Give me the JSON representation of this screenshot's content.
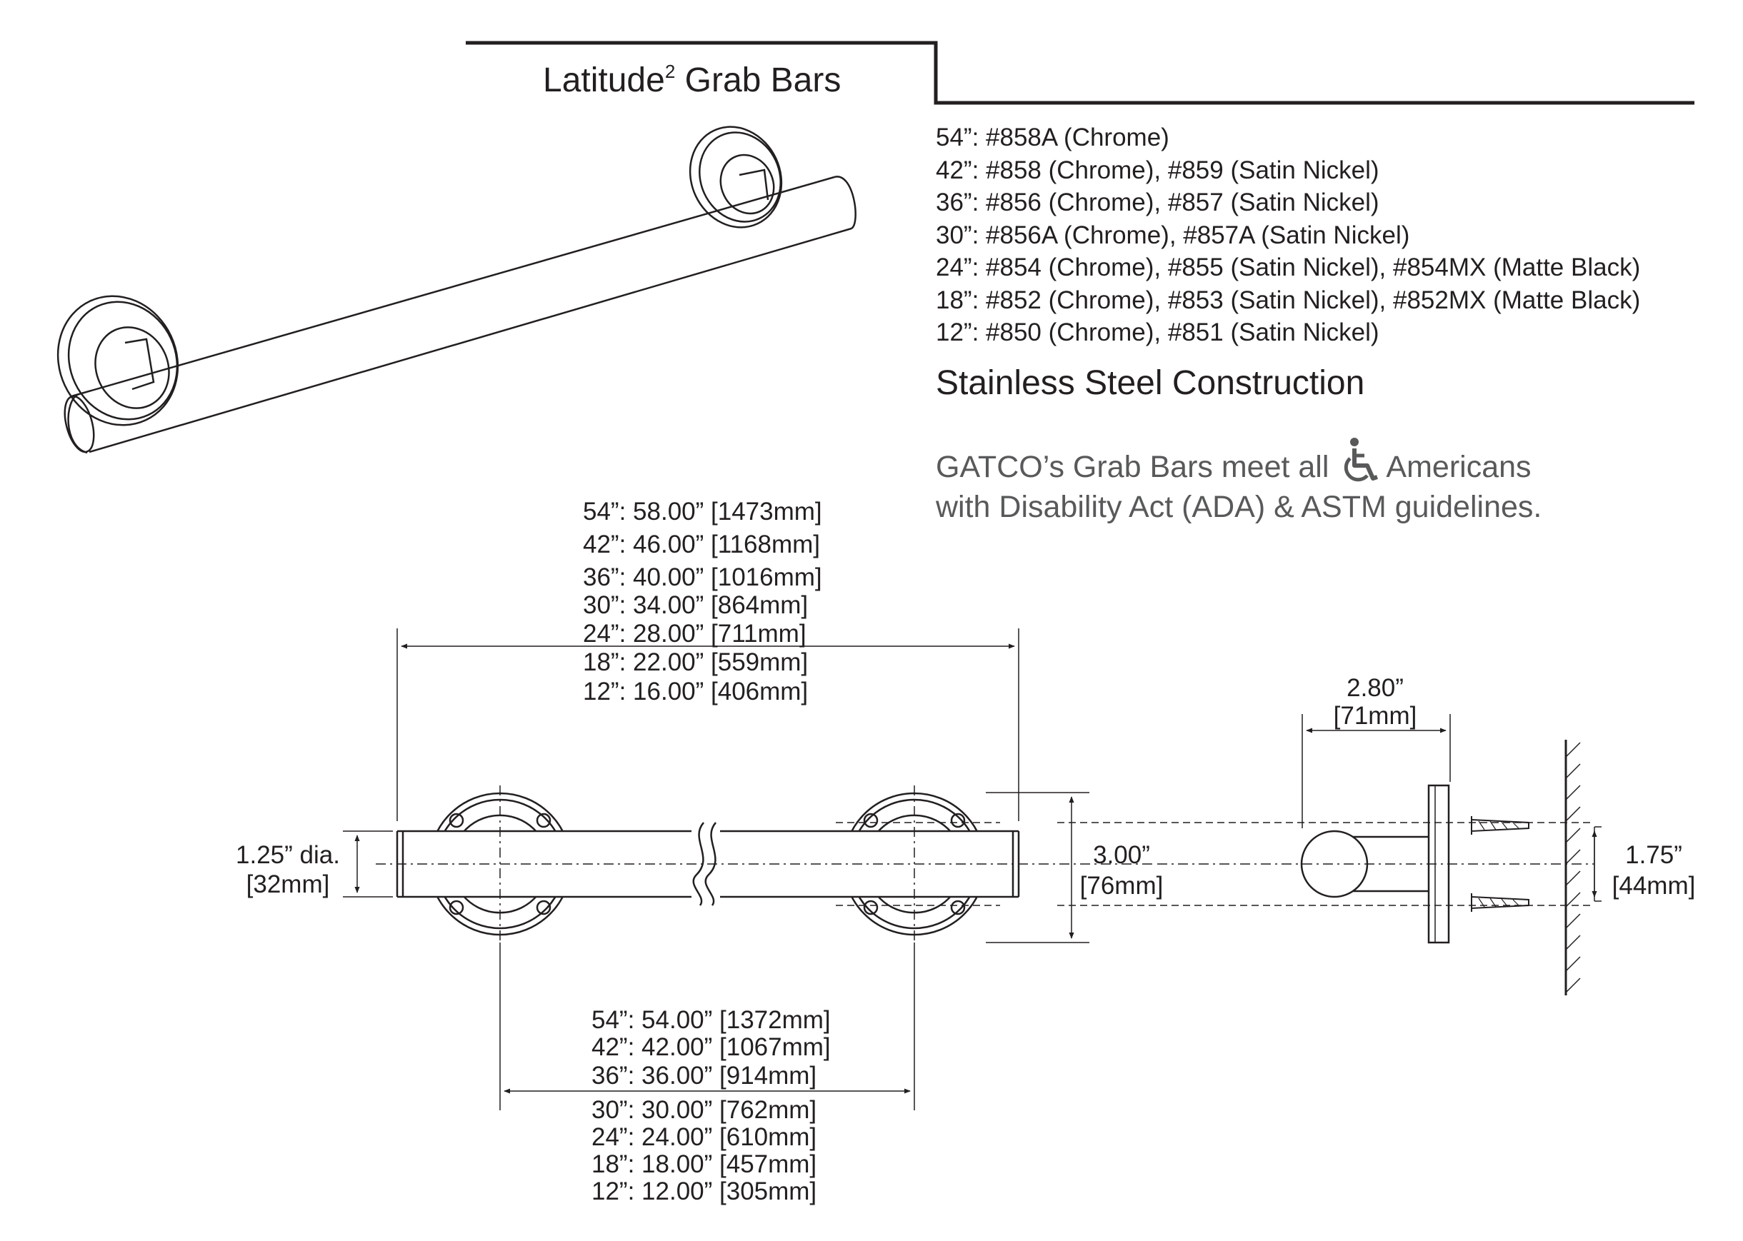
{
  "header": {
    "title_main": "Latitude",
    "title_sup": "2",
    "title_rest": " Grab Bars"
  },
  "models": [
    "54”: #858A (Chrome)",
    "42”: #858 (Chrome), #859 (Satin Nickel)",
    "36”: #856 (Chrome), #857 (Satin Nickel)",
    "30”: #856A (Chrome), #857A (Satin Nickel)",
    "24”: #854 (Chrome), #855 (Satin Nickel), #854MX (Matte Black)",
    "18”: #852 (Chrome), #853 (Satin Nickel), #852MX (Matte Black)",
    "12”: #850 (Chrome), #851 (Satin Nickel)"
  ],
  "construction": "Stainless Steel Construction",
  "ada": {
    "line1_before": "GATCO’s Grab Bars meet all",
    "icon": "wheelchair-accessibility-icon",
    "line1_after": "Americans",
    "line2": "with Disability Act (ADA) & ASTM guidelines."
  },
  "overall_length": [
    "54”: 58.00” [1473mm]",
    "42”: 46.00” [1168mm]",
    "36”: 40.00” [1016mm]",
    "30”: 34.00” [864mm]",
    "24”: 28.00” [711mm]",
    "18”: 22.00” [559mm]",
    "12”: 16.00” [406mm]"
  ],
  "center_length": [
    "54”: 54.00” [1372mm]",
    "42”: 42.00” [1067mm]",
    "36”: 36.00” [914mm]",
    "30”: 30.00” [762mm]",
    "24”: 24.00” [610mm]",
    "18”: 18.00” [457mm]",
    "12”: 12.00” [305mm]"
  ],
  "diameter": {
    "line1": "1.25” dia.",
    "line2": "[32mm]"
  },
  "flange": {
    "line1": "3.00”",
    "line2": "[76mm]"
  },
  "projection": {
    "line1": "2.80”",
    "line2": "[71mm]"
  },
  "screw_spacing": {
    "line1": "1.75”",
    "line2": "[44mm]"
  },
  "colors": {
    "ink": "#231f20",
    "gray_text": "#58595b"
  }
}
